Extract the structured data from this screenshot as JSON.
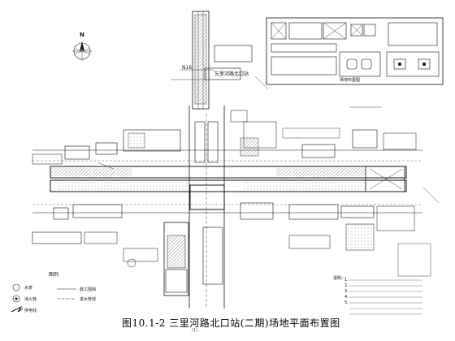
{
  "figure": {
    "caption": "图10.1-2 三里河路北口站(二期)场地平面布置图",
    "caption_sub": "(1)"
  },
  "labels": {
    "station": "三里河路北口站",
    "n16": "N16",
    "north": "N",
    "inset_title": "场地布置图"
  },
  "legend": {
    "title": "图例",
    "items": [
      {
        "label": "水表"
      },
      {
        "label": "消火栓"
      },
      {
        "label": "供电线"
      },
      {
        "label": "施工围挡"
      },
      {
        "label": "进水管线"
      }
    ]
  },
  "notes": {
    "heading": "说明：",
    "lines": [
      "1.",
      "2.",
      "3.",
      "4.",
      "5."
    ]
  },
  "colors": {
    "line": "#111111",
    "hatch": "#555555",
    "background": "#ffffff"
  }
}
